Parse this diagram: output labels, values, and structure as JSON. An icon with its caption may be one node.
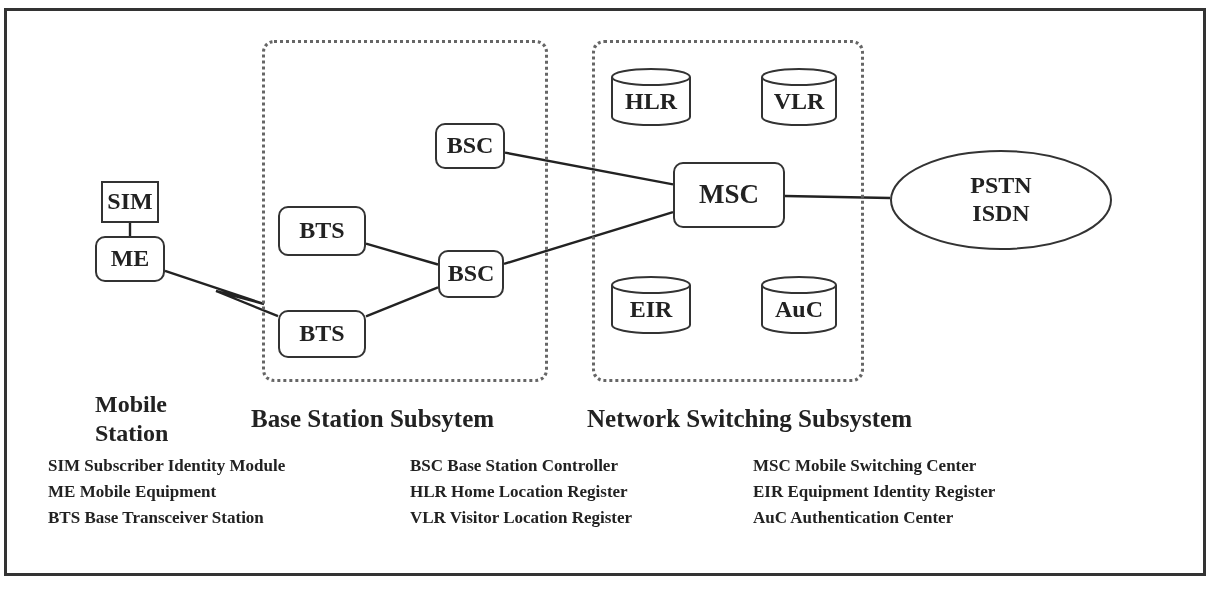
{
  "diagram": {
    "nodes": [
      {
        "text": [
          "SIM"
        ]
      },
      {
        "text": [
          "ME"
        ]
      },
      {
        "text": [
          "Base Station Subsytem"
        ]
      },
      {
        "text": [
          "BSC"
        ],
        "in": 2
      },
      {
        "text": [
          "BTS"
        ],
        "in": 2
      },
      {
        "text": [
          "BSC"
        ],
        "in": 2
      },
      {
        "text": [
          "BTS"
        ],
        "in": 2
      },
      {
        "text": [
          "Network Switching Subsystem"
        ]
      },
      {
        "text": [
          "HLR"
        ],
        "in": 7
      },
      {
        "text": [
          "VLR"
        ],
        "in": 7
      },
      {
        "text": [
          "MSC"
        ],
        "in": 7
      },
      {
        "text": [
          "EIR"
        ],
        "in": 7
      },
      {
        "text": [
          "AuC"
        ],
        "in": 7
      },
      {
        "text": [
          "PSTN ISDN"
        ]
      }
    ],
    "edges": [
      {
        "from": 0,
        "to": 1,
        "arrow": "none"
      },
      {
        "from": 1,
        "to": 6,
        "arrow": "none"
      },
      {
        "from": 4,
        "to": 5,
        "arrow": "none"
      },
      {
        "from": 6,
        "to": 5,
        "arrow": "none"
      },
      {
        "from": 3,
        "to": 10,
        "arrow": "none"
      },
      {
        "from": 5,
        "to": 10,
        "arrow": "none"
      },
      {
        "from": 10,
        "to": 13,
        "arrow": "none"
      }
    ],
    "labels": [
      "Mobile Station",
      "SIM Subscriber Identity Module",
      "BSC Base Station Controller",
      "MSC Mobile Switching Center",
      "ME Mobile Equipment",
      "HLR Home Location Register",
      "EIR Equipment Identity Register",
      "BTS Base Transceiver Station",
      "VLR Visitor Location Register",
      "AuC Authentication Center"
    ]
  }
}
